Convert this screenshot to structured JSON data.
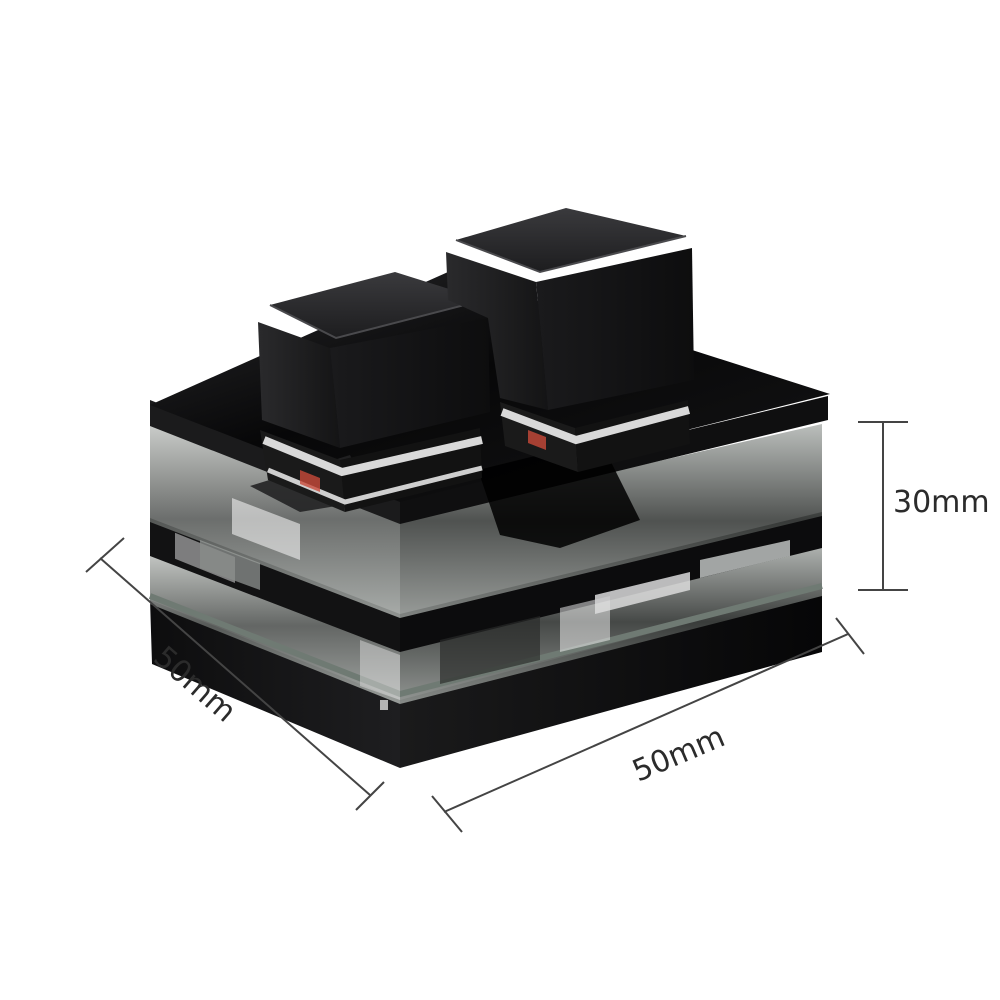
{
  "dimensions": {
    "height_label": "30mm",
    "depth_label": "50mm",
    "width_label": "50mm"
  },
  "product": {
    "key_count": 2,
    "colors": {
      "keycap": "#1c1c1e",
      "body_top": "#0b0b0c",
      "acrylic_edge": "#6f7a73",
      "switch_housing": "#d9d9d9",
      "dimension_line": "#444444"
    }
  }
}
